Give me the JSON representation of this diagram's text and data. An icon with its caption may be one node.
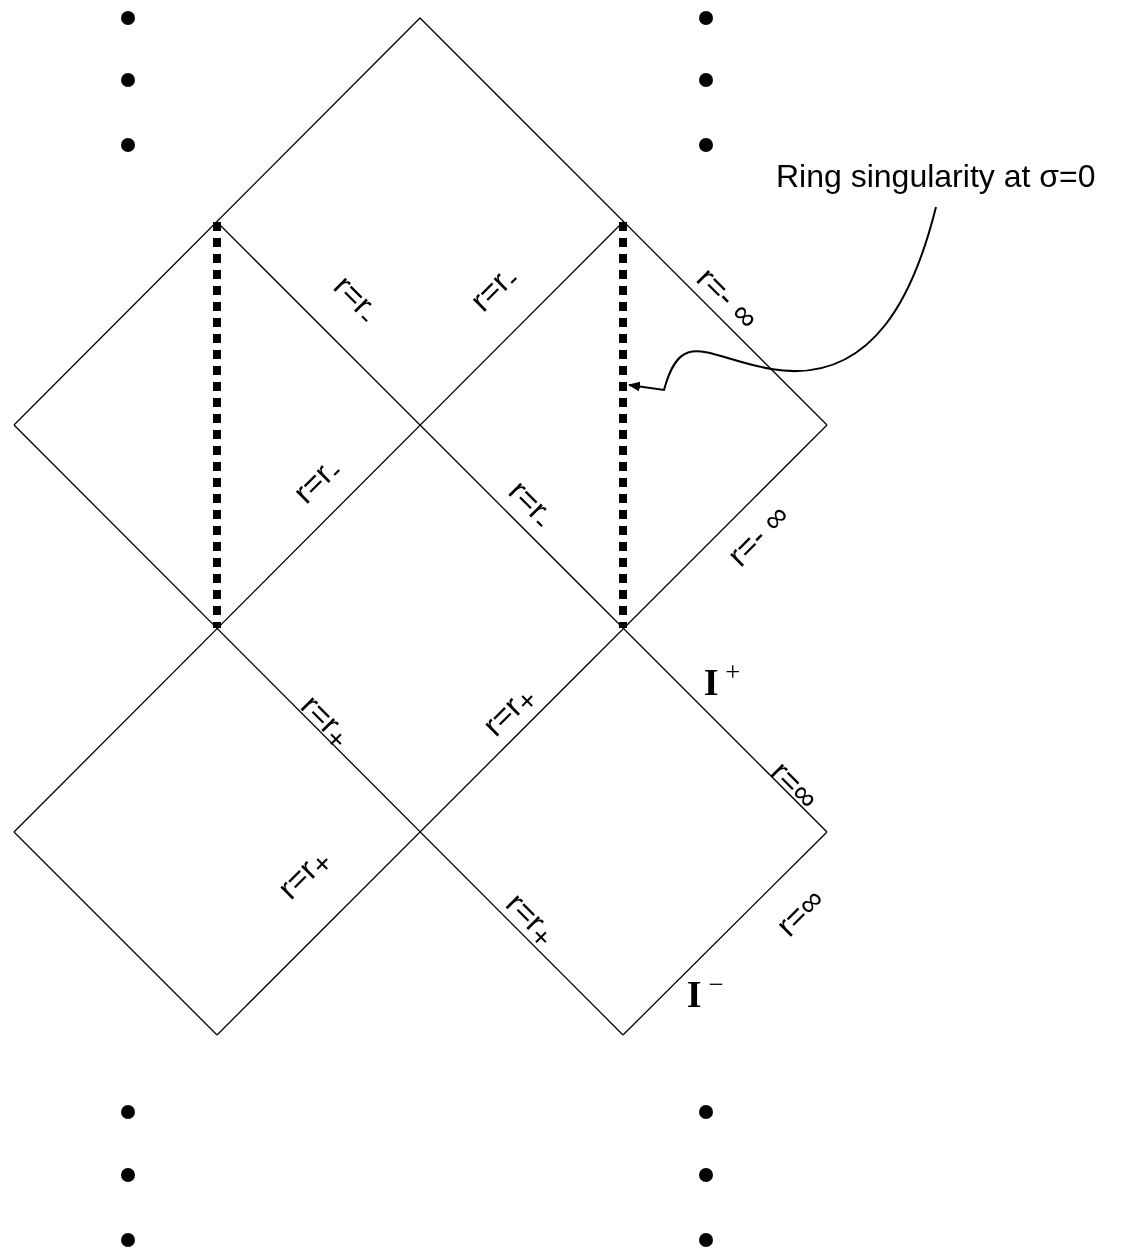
{
  "diagram": {
    "nodes": [
      {
        "text": [
          "Ring singularity at σ=0"
        ]
      },
      {
        "text": [],
        "shape": "bar"
      }
    ],
    "edges": [
      {
        "from": 0,
        "to": 1,
        "arrow": "to"
      }
    ],
    "labels": [
      "r=r$_{-}$",
      "r=r$_{-}$",
      "r=- ∞",
      "r=r$_{-}$",
      "r=r$_{-}$",
      "r=- ∞",
      "I$^{+}$",
      "r=r$_{+}$",
      "r=r$_{+}$",
      "r=∞",
      "r=r$_{+}$",
      "r=r$_{+}$",
      "r=∞",
      "I$^{−}$"
    ]
  }
}
